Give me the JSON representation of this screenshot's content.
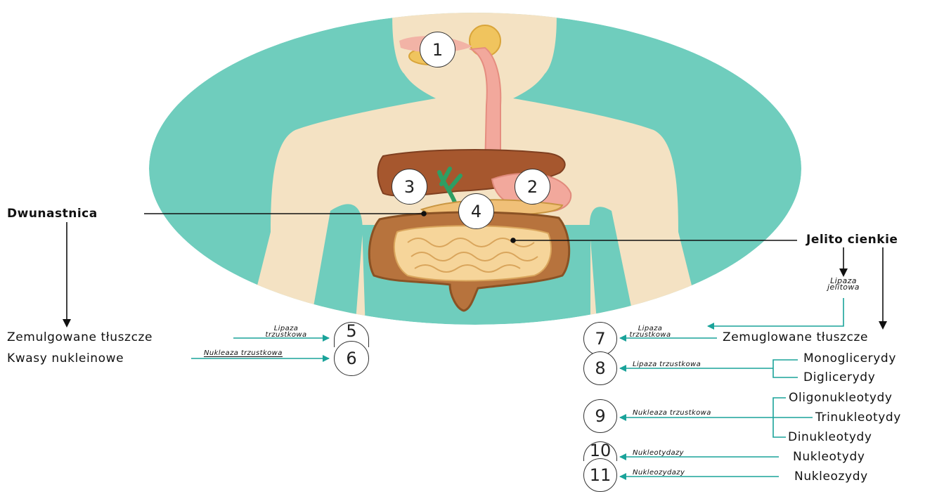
{
  "colors": {
    "teal": "#6fcdbd",
    "skin": "#f4e2c3",
    "arrow": "#1aa39a",
    "line": "#111111"
  },
  "organs": {
    "duodenum": "Dwunastnica",
    "small_intestine": "Jelito cienkie"
  },
  "markers": [
    "1",
    "2",
    "3",
    "4",
    "5",
    "6",
    "7",
    "8",
    "9",
    "10",
    "11"
  ],
  "left_branch": {
    "rows": [
      {
        "substrate": "Zemulgowane tłuszcze",
        "enzyme_line1": "Lipaza",
        "enzyme_line2": "trzustkowa",
        "marker": "5"
      },
      {
        "substrate": "Kwasy nukleinowe",
        "enzyme": "Nukleaza trzustkowa",
        "marker": "6"
      }
    ]
  },
  "right_branch": {
    "intestinal_enzyme_line1": "Lipaza",
    "intestinal_enzyme_line2": "jelitowa",
    "row7": {
      "substrate": "Zemuglowane tłuszcze",
      "enzyme_line1": "Lipaza",
      "enzyme_line2": "trzustkowa",
      "marker": "7"
    },
    "row8": {
      "products": [
        "Monoglicerydy",
        "Diglicerydy"
      ],
      "enzyme": "Lipaza trzustkowa",
      "marker": "8"
    },
    "row9": {
      "products": [
        "Oligonukleotydy",
        "Trinukleotydy",
        "Dinukleotydy"
      ],
      "enzyme": "Nukleaza trzustkowa",
      "marker": "9"
    },
    "row10": {
      "substrate": "Nukleotydy",
      "enzyme": "Nukleotydazy",
      "marker": "10"
    },
    "row11": {
      "substrate": "Nukleozydy",
      "enzyme": "Nukleozydazy",
      "marker": "11"
    }
  }
}
